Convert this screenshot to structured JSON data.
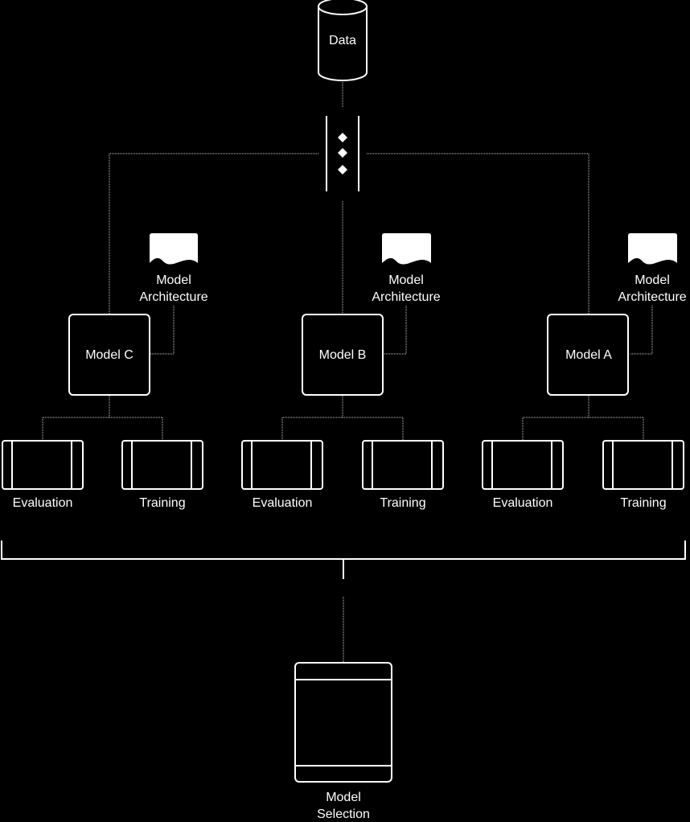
{
  "data_source": {
    "label": "Data"
  },
  "splitter": {
    "icon": "decision-diamonds-icon"
  },
  "models": [
    {
      "name": "Model C",
      "architecture_line1": "Model",
      "architecture_line2": "Architecture",
      "evaluation": "Evaluation",
      "training": "Training"
    },
    {
      "name": "Model B",
      "architecture_line1": "Model",
      "architecture_line2": "Architecture",
      "evaluation": "Evaluation",
      "training": "Training"
    },
    {
      "name": "Model A",
      "architecture_line1": "Model",
      "architecture_line2": "Architecture",
      "evaluation": "Evaluation",
      "training": "Training"
    }
  ],
  "selection": {
    "line1": "Model",
    "line2": "Selection"
  },
  "colors": {
    "background": "#000000",
    "stroke": "#ffffff",
    "connector": "#cfcfcf"
  }
}
